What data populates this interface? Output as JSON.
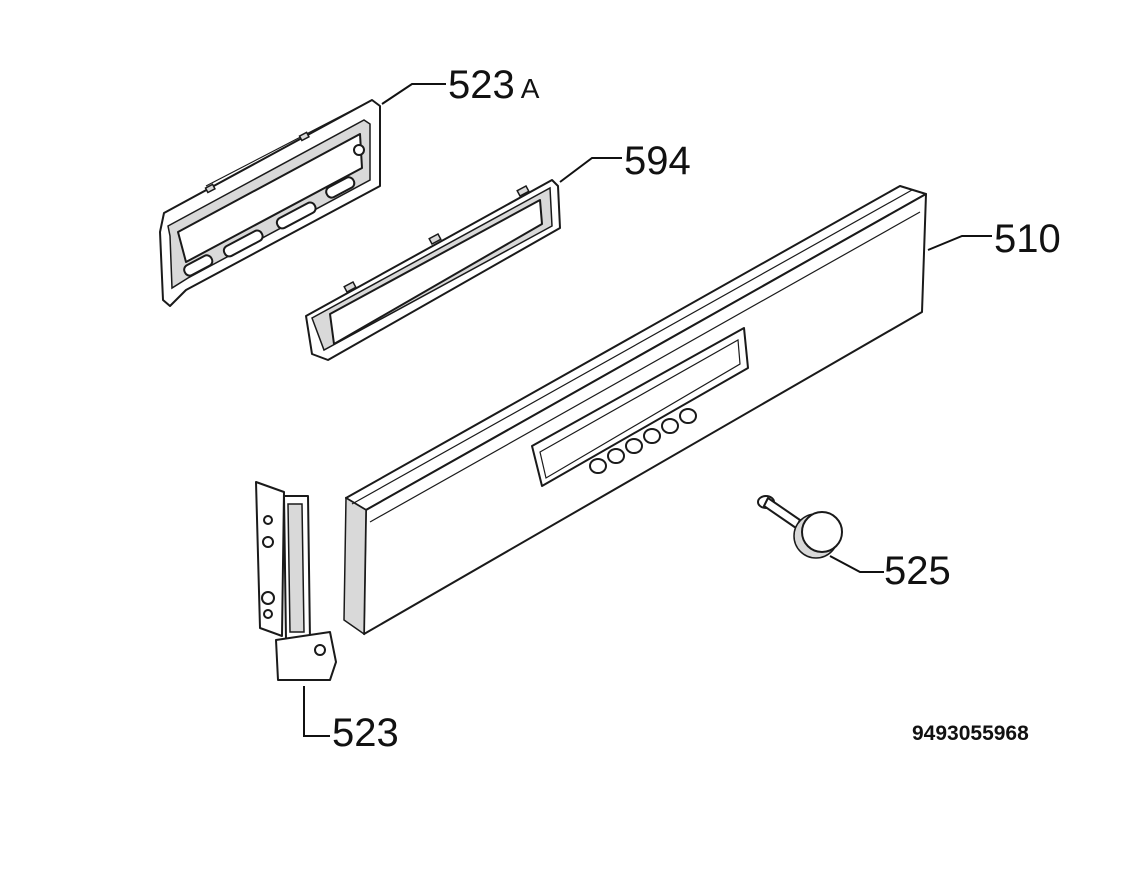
{
  "diagram": {
    "callouts": {
      "bracket_top": {
        "number": "523",
        "suffix": "A"
      },
      "window": "594",
      "panel": "510",
      "knob": "525",
      "bracket_side": "523"
    },
    "part_code": "9493055968"
  }
}
